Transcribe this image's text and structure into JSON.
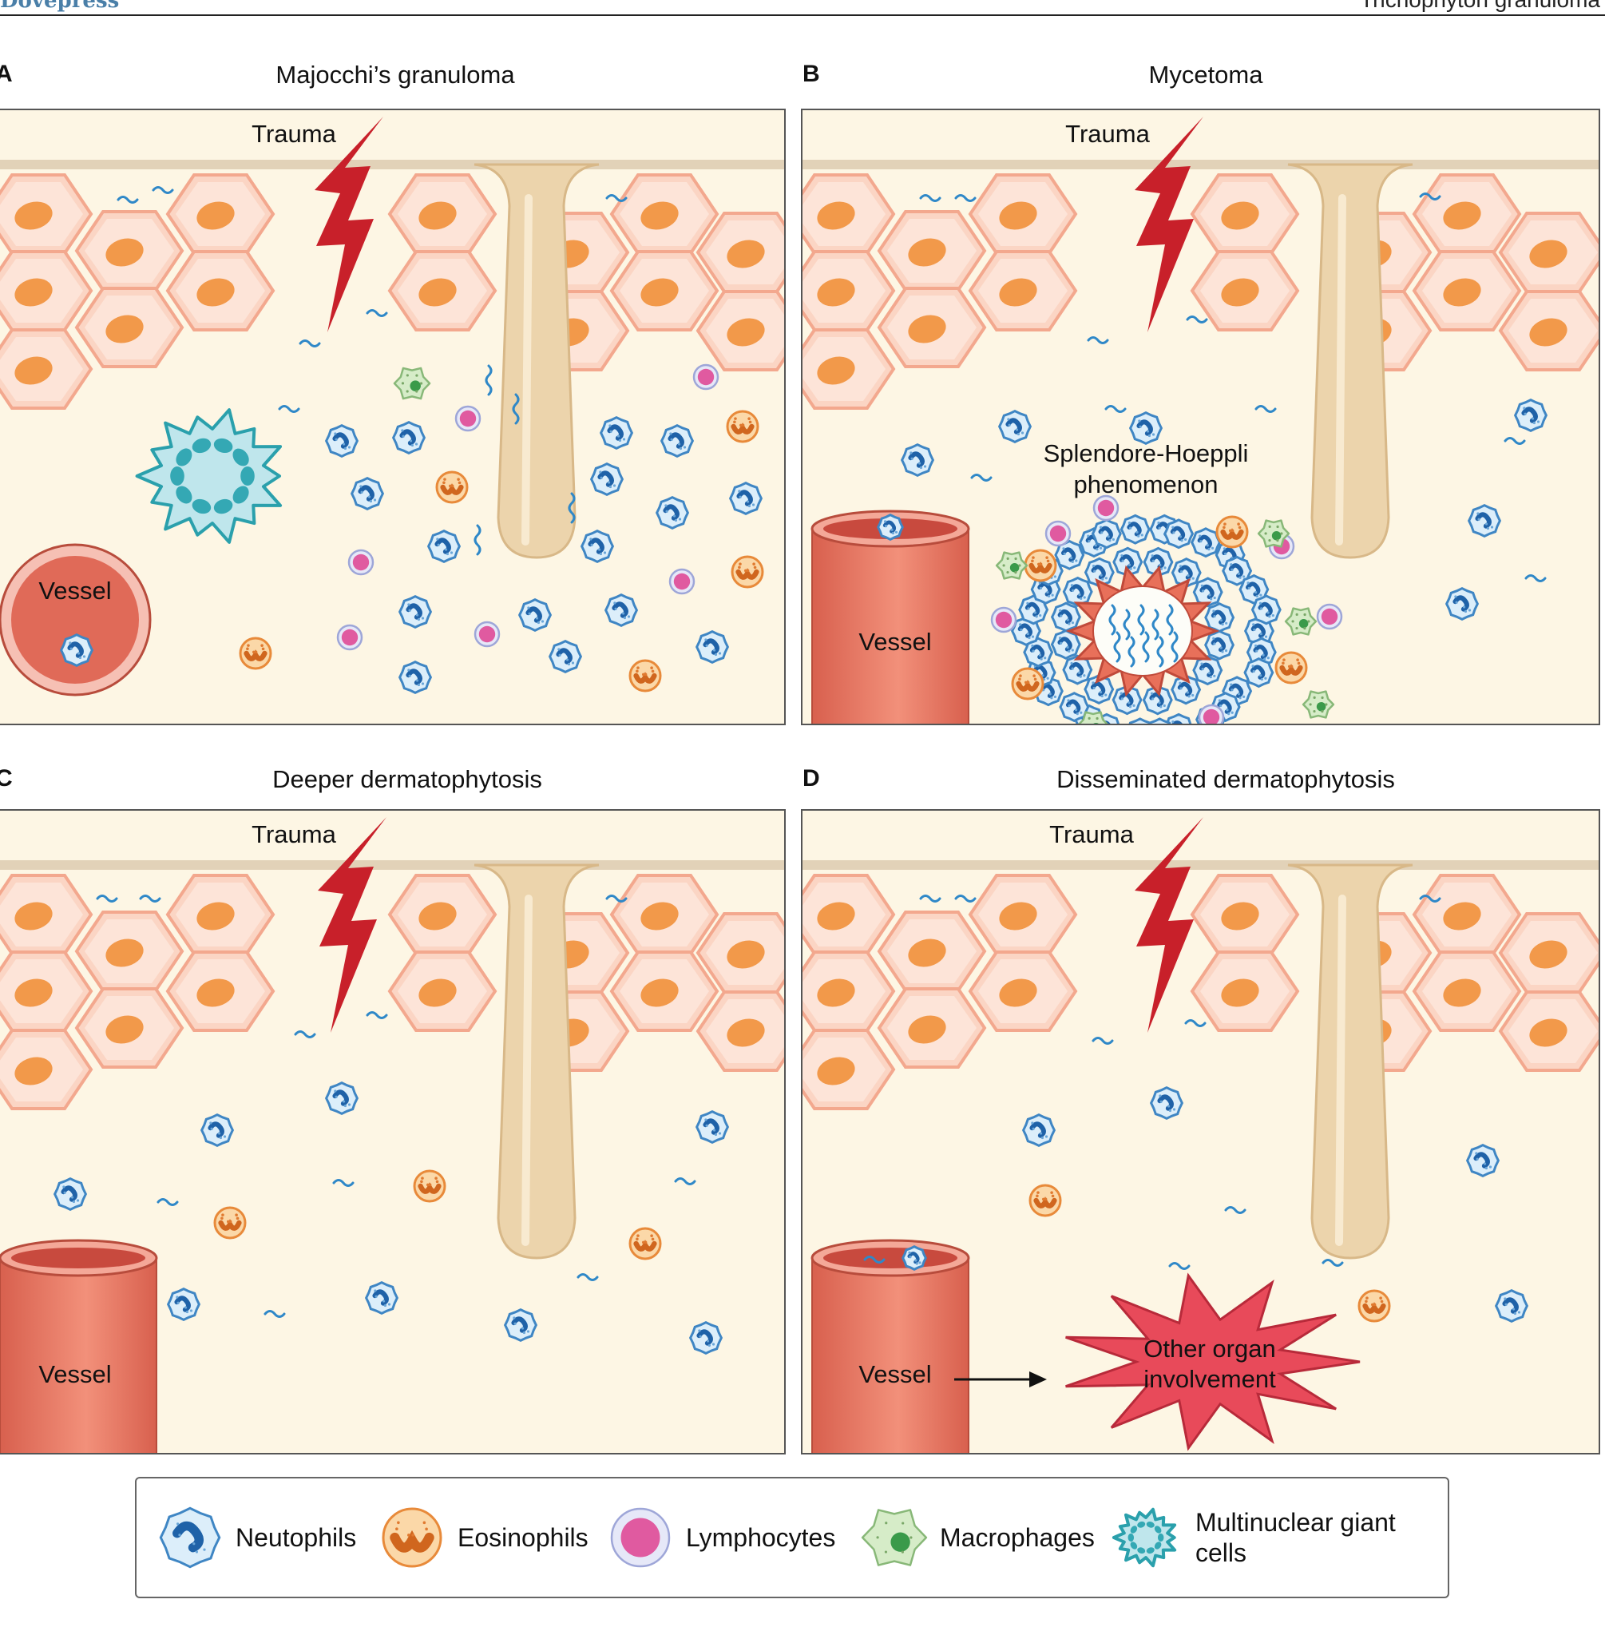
{
  "header": {
    "left": "Dovepress",
    "right": "Trichophyton granuloma"
  },
  "panels": [
    {
      "letter": "A",
      "title": "Majocchi’s granuloma",
      "trauma": "Trauma",
      "vessel": "Vessel"
    },
    {
      "letter": "B",
      "title": "Mycetoma",
      "trauma": "Trauma",
      "vessel": "Vessel",
      "annotation": [
        "Splendore-Hoeppli",
        "phenomenon"
      ]
    },
    {
      "letter": "C",
      "title": "Deeper dermatophytosis",
      "trauma": "Trauma",
      "vessel": "Vessel"
    },
    {
      "letter": "D",
      "title": "Disseminated dermatophytosis",
      "trauma": "Trauma",
      "vessel": "Vessel",
      "annotation": [
        "Other organ",
        "involvement"
      ]
    }
  ],
  "legend": [
    {
      "label": "Neutophils",
      "icon": "neutrophil-icon"
    },
    {
      "label": "Eosinophils",
      "icon": "eosinophil-icon"
    },
    {
      "label": "Lymphocytes",
      "icon": "lymphocyte-icon"
    },
    {
      "label": "Macrophages",
      "icon": "macrophage-icon"
    },
    {
      "label": "Multinuclear giant cells",
      "icon": "giant-cell-icon"
    }
  ],
  "colors": {
    "background": "#fdf6e4",
    "keratinocyte": "#fbd2c0",
    "nucleus": "#f2994a",
    "trauma": "#c8202a",
    "vessel": "#e8705f",
    "neutrophil": "#4a90c8",
    "eosinophil": "#f0a050",
    "lymphocyte": "#e060a0",
    "macrophage": "#8cc08c",
    "giant_cell": "#40b0b8",
    "burst": "#e84a5a"
  }
}
